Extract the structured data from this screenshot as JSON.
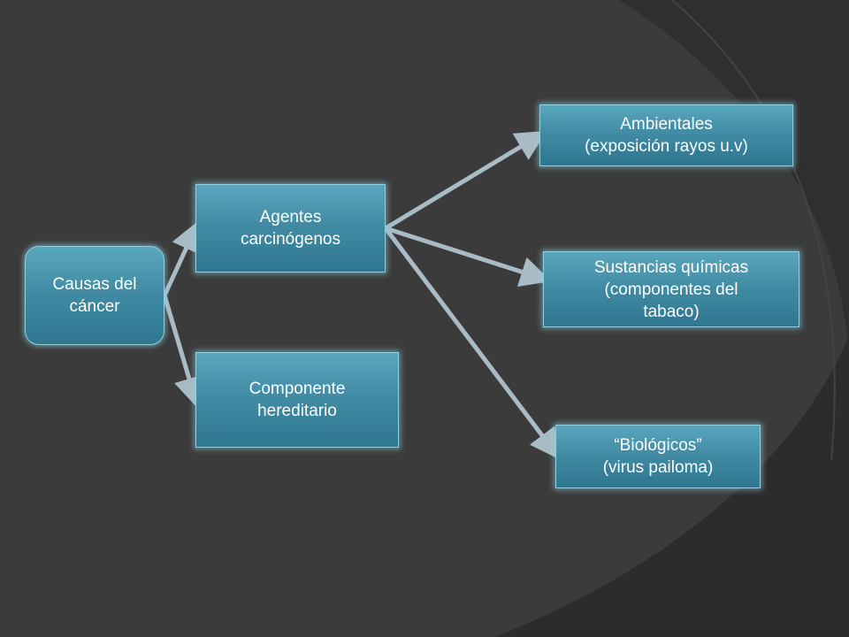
{
  "colors": {
    "background": "#3b3b3b",
    "decor_shape": "#2e2e2e",
    "node_fill": "#4790a8",
    "node_border": "#8fd0e0",
    "arrow": "#a9bcc6",
    "text": "#ffffff"
  },
  "nodes": {
    "causas": {
      "label": "Causas del\ncáncer"
    },
    "agentes": {
      "label": "Agentes\ncarcinógenos"
    },
    "componente": {
      "label": "Componente\nhereditario"
    },
    "ambientales": {
      "label": "Ambientales\n(exposición rayos u.v)"
    },
    "sustancias": {
      "label": "Sustancias químicas\n(componentes del\ntabaco)"
    },
    "biologicos": {
      "label": "“Biológicos”\n(virus pailoma)"
    }
  },
  "edges": [
    {
      "from": "causas",
      "to": "agentes"
    },
    {
      "from": "causas",
      "to": "componente"
    },
    {
      "from": "agentes",
      "to": "ambientales"
    },
    {
      "from": "agentes",
      "to": "sustancias"
    },
    {
      "from": "agentes",
      "to": "biologicos"
    }
  ]
}
